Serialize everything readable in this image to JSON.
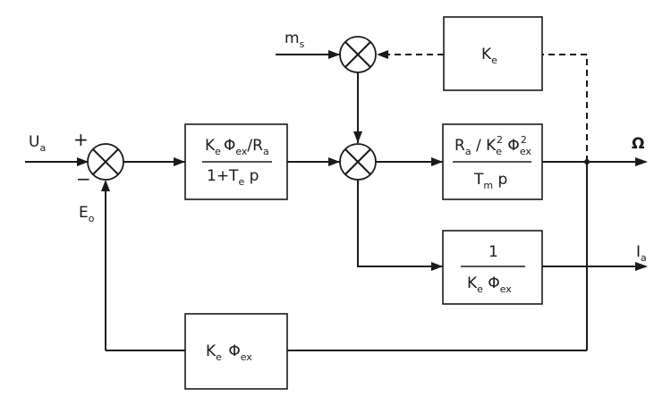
{
  "signals": {
    "input_main": "U",
    "input_main_sub": "a",
    "input_disturb": "m",
    "input_disturb_sub": "s",
    "feedback": "E",
    "feedback_sub": "o",
    "output_speed": "Ω",
    "output_current": "I",
    "output_current_sub": "a"
  },
  "signs": {
    "plus": "+",
    "minus": "−"
  },
  "blocks": {
    "ke_top": {
      "a": "K",
      "a_sub": "e"
    },
    "armature": {
      "num_k": "K",
      "num_k_sub": "e",
      "num_phi": "Φ",
      "num_phi_sub": "ex",
      "num_r": "/R",
      "num_r_sub": "a",
      "den_a": "1+T",
      "den_a_sub": "e",
      "den_b": " p"
    },
    "mech": {
      "num_r": "R",
      "num_r_sub": "a",
      "num_k": " / K",
      "num_k_sub": "e",
      "num_k_sup": "2",
      "num_phi": " Φ",
      "num_phi_sub": "ex",
      "num_phi_sup": "2",
      "den_t": "T",
      "den_t_sub": "m",
      "den_p": " p"
    },
    "current": {
      "num": "1",
      "den_k": "K",
      "den_k_sub": "e",
      "den_phi": " Φ",
      "den_phi_sub": "ex"
    },
    "feedback_gain": {
      "k": "K",
      "k_sub": "e",
      "phi": " Φ",
      "phi_sub": "ex"
    }
  }
}
